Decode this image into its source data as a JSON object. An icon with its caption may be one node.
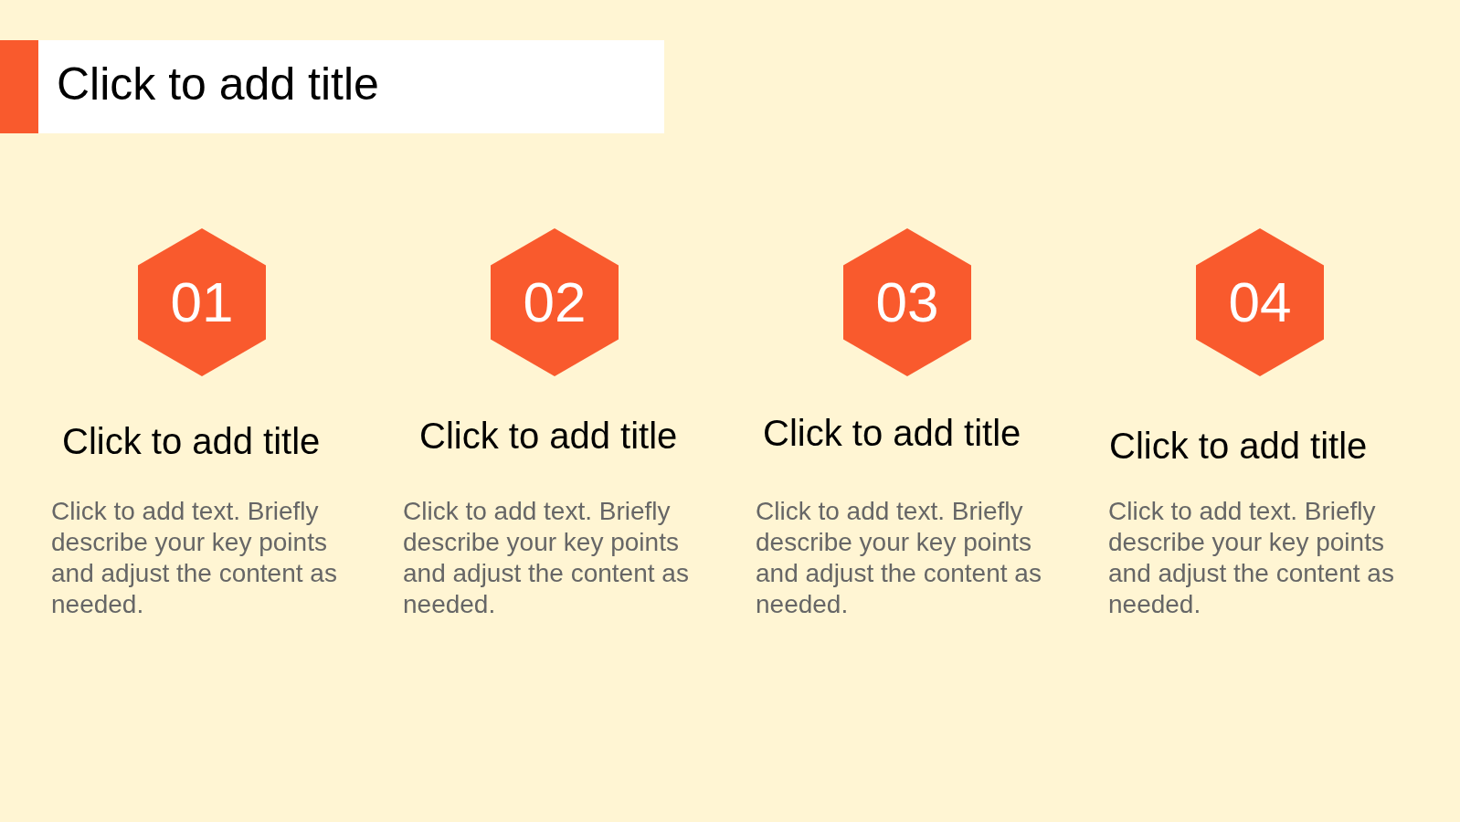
{
  "diagram": {
    "title": "Click to add title",
    "nodes": [
      {
        "text": [
          "01"
        ],
        "beside": [
          "Click to add title",
          "Click to add text. Briefly describe your key points and adjust the content as needed."
        ]
      },
      {
        "text": [
          "02"
        ],
        "beside": [
          "Click to add title",
          "Click to add text. Briefly describe your key points and adjust the content as needed."
        ]
      },
      {
        "text": [
          "03"
        ],
        "beside": [
          "Click to add title",
          "Click to add text. Briefly describe your key points and adjust the content as needed."
        ]
      },
      {
        "text": [
          "04"
        ],
        "beside": [
          "Click to add title",
          "Click to add text. Briefly describe your key points and adjust the content as needed."
        ]
      }
    ]
  }
}
